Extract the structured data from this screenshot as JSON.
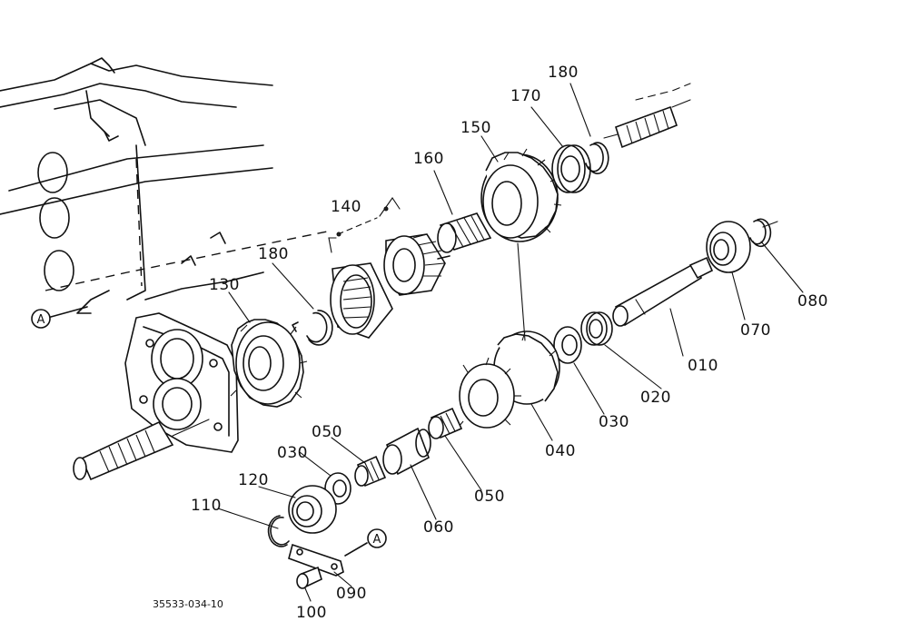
{
  "labels": {
    "p180a": "180",
    "p170": "170",
    "p150": "150",
    "p160": "160",
    "p140": "140",
    "p180b": "180",
    "p130": "130",
    "p080": "080",
    "p070": "070",
    "p010": "010",
    "p020": "020",
    "p030a": "030",
    "p040": "040",
    "p050a": "050",
    "p030b": "030",
    "p050b": "050",
    "p060": "060",
    "p120": "120",
    "p110": "110",
    "p090": "090",
    "p100": "100"
  },
  "markers": {
    "a1": "A",
    "a2": "A"
  },
  "drawing_code": "35533-034-10"
}
